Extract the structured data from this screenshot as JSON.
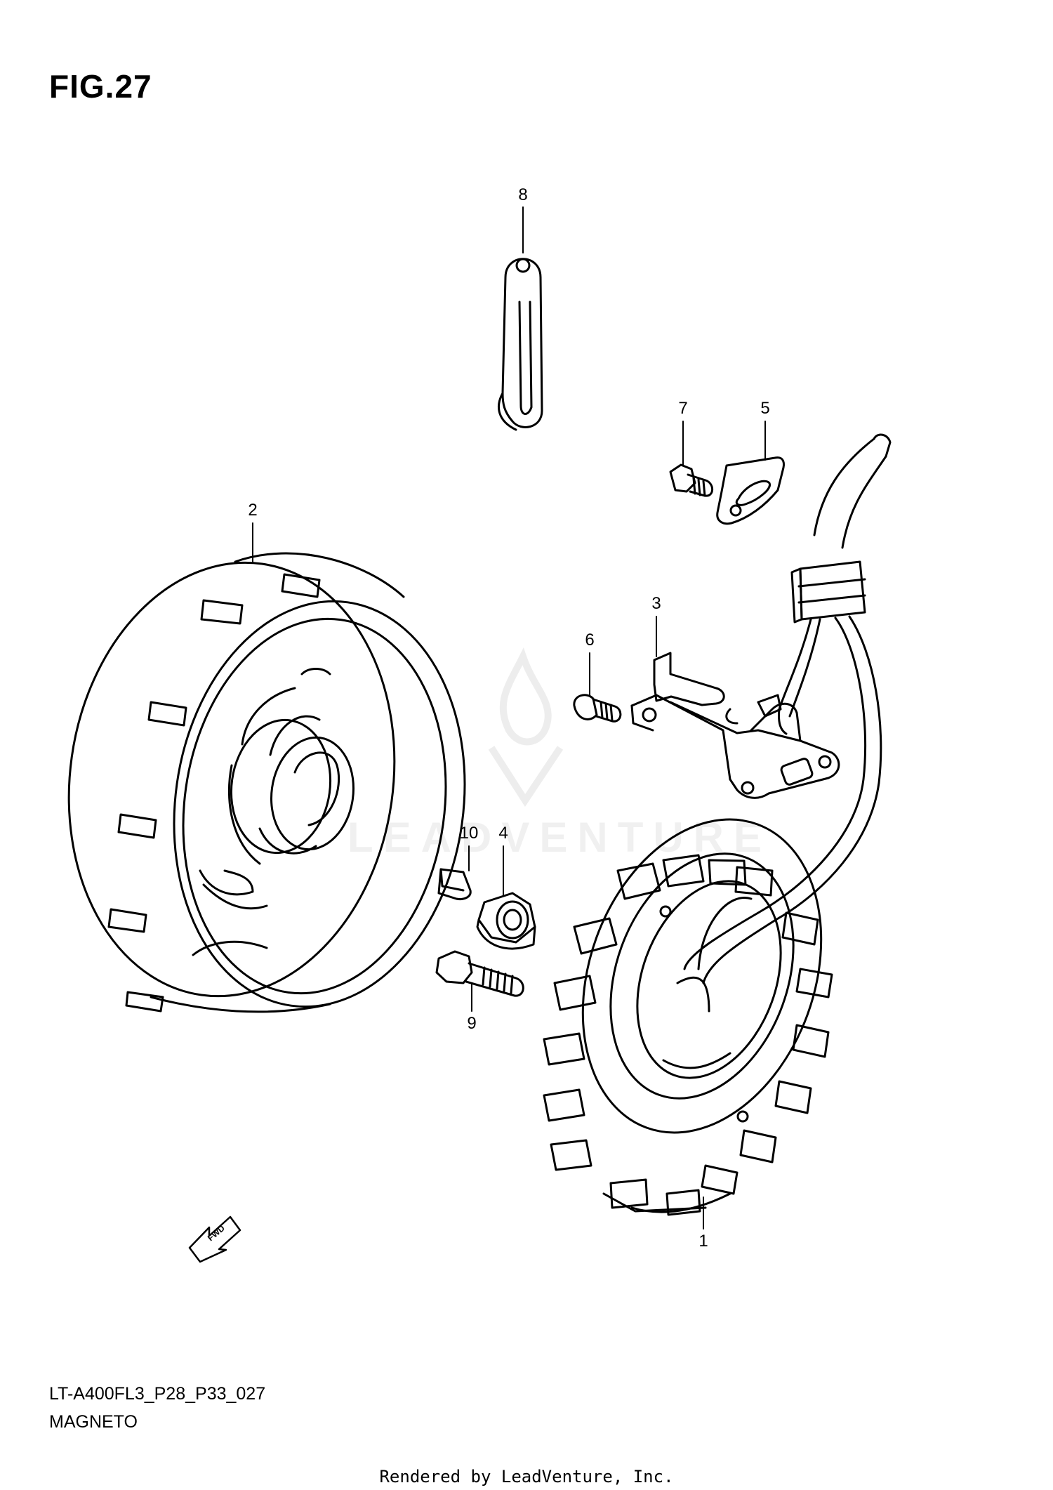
{
  "figure": {
    "title": "FIG.27",
    "part_code": "LT-A400FL3_P28_P33_027",
    "section_name": "MAGNETO",
    "footer": "Rendered by LeadVenture, Inc.",
    "watermark": "LEADVENTURE",
    "fwd_label": "FWD"
  },
  "callouts": {
    "c1": "1",
    "c2": "2",
    "c3": "3",
    "c4": "4",
    "c5": "5",
    "c6": "6",
    "c7": "7",
    "c8": "8",
    "c9": "9",
    "c10": "10"
  }
}
